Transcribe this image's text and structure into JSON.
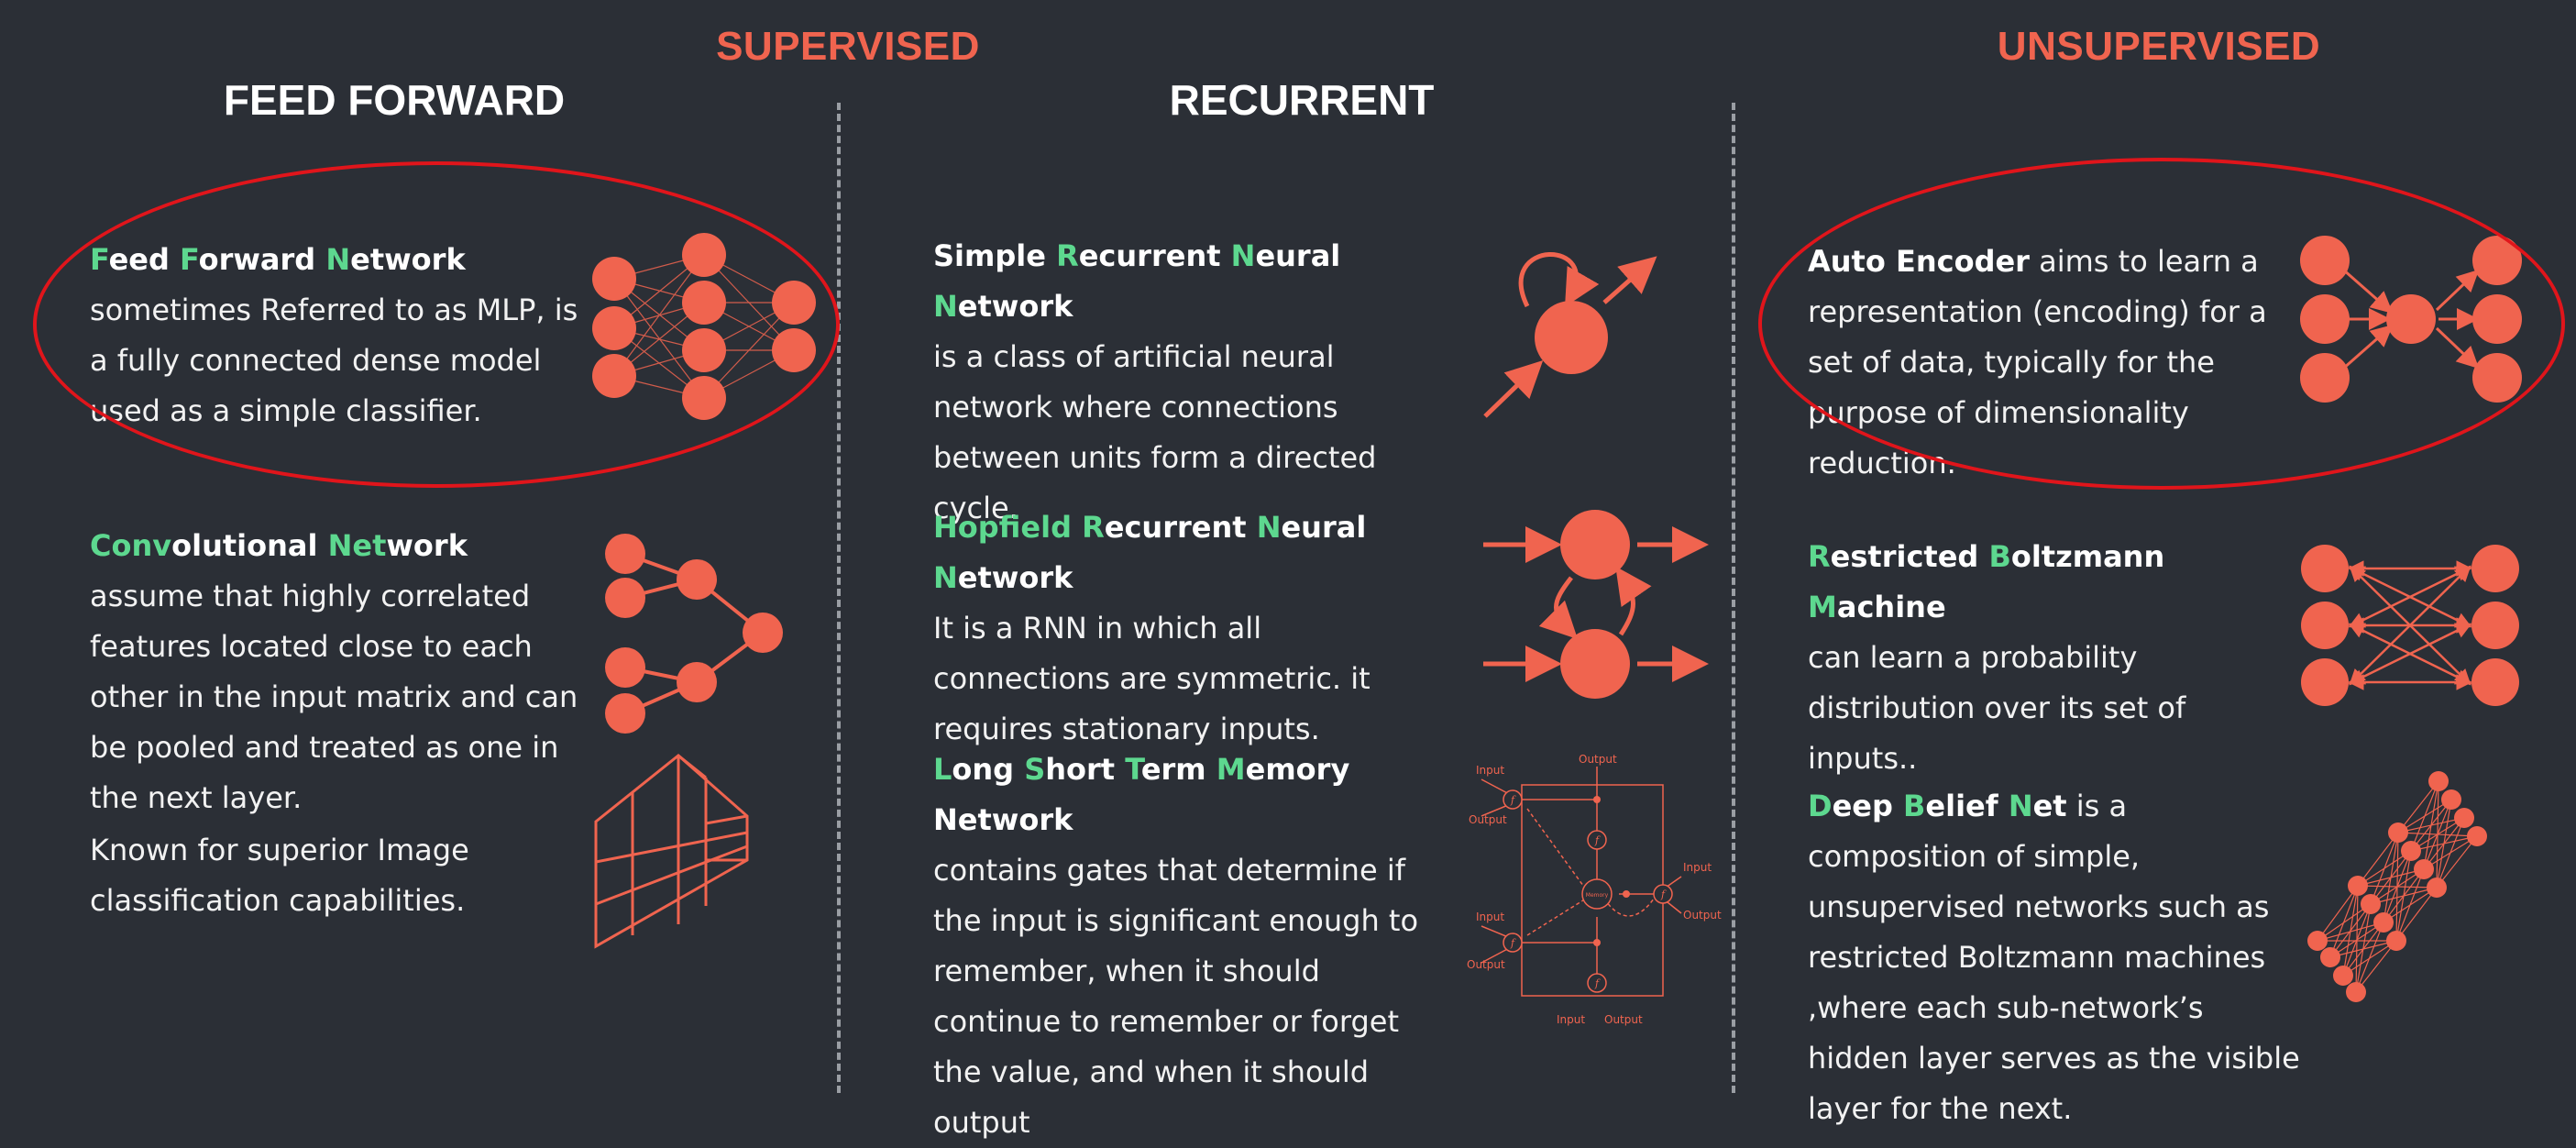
{
  "headers": {
    "supervised": "SUPERVISED",
    "unsupervised": "UNSUPERVISED",
    "feed_forward": "FEED FORWARD",
    "recurrent": "RECURRENT"
  },
  "colors": {
    "background": "#2b2f36",
    "accent": "#f0644f",
    "highlight": "#5dd88f",
    "circle": "#e0151b"
  },
  "feed_forward": {
    "ffn": {
      "t": [
        "F",
        "eed ",
        "F",
        "orward ",
        "N",
        "etwork"
      ],
      "rest": " sometimes Referred to as MLP, is a fully connected dense model used as a simple classifier."
    },
    "cnn": {
      "t": [
        "Conv",
        "olutional ",
        "Net",
        "work"
      ],
      "rest": " assume that highly correlated features located close to each other in the input matrix and can be pooled and treated as one in the next layer."
    },
    "cnn_note": "Known for superior Image classification capabilities."
  },
  "recurrent": {
    "srnn": {
      "t": [
        "Simple ",
        "R",
        "ecurrent ",
        "N",
        "eural ",
        "N",
        "etwork"
      ],
      "rest": "is a class of artificial neural network where connections between units form a directed cycle."
    },
    "hopfield": {
      "t": [
        "Hopfield ",
        "R",
        "ecurrent ",
        "N",
        "eural ",
        "N",
        "etwork"
      ],
      "rest": "It is a RNN in which all connections are symmetric.  it requires stationary inputs."
    },
    "lstm": {
      "t": [
        "L",
        "ong ",
        "S",
        "hort ",
        "T",
        "erm ",
        "M",
        "emory Network"
      ],
      "rest": "contains gates that determine if the input is significant enough to remember, when it should continue to remember or forget the value, and when it should output"
    },
    "lstm_diagram": {
      "output_top": "Output",
      "input_tl": "Input",
      "output_tl": "Output",
      "input_r": "Input",
      "output_r": "Output",
      "input_bl": "Input",
      "output_bl": "Output",
      "input_b": "Input",
      "output_b": "Output",
      "f": "f",
      "memory": "Memory"
    }
  },
  "unsupervised": {
    "ae": {
      "t": [
        "Auto Encoder"
      ],
      "rest": " aims to learn a representation (encoding) for a set of data, typically for the purpose of dimensionality reduction."
    },
    "rbm": {
      "t": [
        "R",
        "estricted ",
        "B",
        "oltzmann ",
        "M",
        "achine"
      ],
      "rest": "can learn a probability distribution over its set of inputs.."
    },
    "dbn": {
      "t": [
        "D",
        "eep ",
        "B",
        "elief ",
        "N",
        "et"
      ],
      "rest": " is a composition of simple, unsupervised networks such as restricted Boltzmann machines ,where each sub-network’s hidden layer serves as the visible layer for the next."
    }
  }
}
